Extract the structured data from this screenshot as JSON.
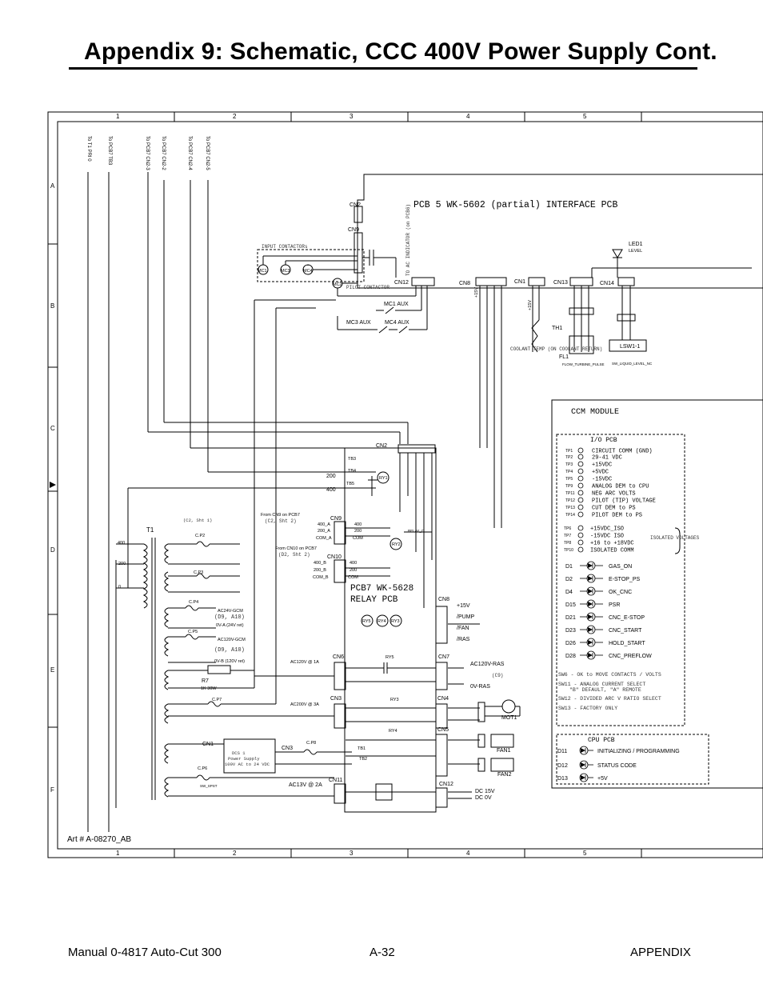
{
  "page": {
    "title": "Appendix 9:  Schematic, CCC 400V Power  Supply Cont.",
    "art_number": "Art # A-08270_AB",
    "footer_left": "Manual  0-4817 Auto-Cut 300",
    "footer_center": "A-32",
    "footer_right": "APPENDIX"
  },
  "frame": {
    "col_labels": [
      "1",
      "2",
      "3",
      "4",
      "5"
    ],
    "row_labels": [
      "A",
      "B",
      "C",
      "D",
      "E",
      "F"
    ]
  },
  "left_refs": [
    "To T1 PRI 0",
    "To PCB7 TB3",
    "To PCB7 CN2-3",
    "To PCB7 CN2-2",
    "To PCB7 CN2-4",
    "To PCB7 CN2-5"
  ],
  "pcb5": {
    "title": "PCB 5 WK-5602 (partial)  INTERFACE PCB",
    "connectors": [
      "CN2",
      "CN9",
      "CN12",
      "CN8",
      "CN1",
      "CN13",
      "CN14"
    ],
    "input_contactors": "INPUT CONTACTORs",
    "pilot_contactor": "PILOT CONTACTOR",
    "to_ac_indicator": "TO AC INDICATOR (on PCB6)",
    "contactors": [
      "MC1",
      "MC3",
      "MC4",
      "MC2"
    ],
    "aux": [
      "MC1 AUX",
      "MC3 AUX",
      "MC4 AUX"
    ],
    "led": "LED1",
    "led_sub": "LEVEL",
    "plus15": "+15V",
    "th1": "TH1",
    "coolant_temp": "COOLANT TEMP (ON COOLANT RETURN)",
    "fl1": "FL1",
    "flow_sensor": "FLOW_TURBINE_PULSE",
    "lsw": "LSW1-1",
    "lsw_sub": "SW_LIQUID_LEVEL_NC"
  },
  "pcb7": {
    "title_line1": "PCB7 WK-5628",
    "title_line2": "RELAY PCB",
    "connectors": [
      "CN2",
      "CN9",
      "CN10",
      "CN8",
      "CN6",
      "CN7",
      "CN3",
      "CN4",
      "CN5",
      "CN11",
      "CN12"
    ],
    "tb": [
      "TB3",
      "TB4",
      "TB5"
    ],
    "relays": [
      "RY1",
      "RY2",
      "RY5",
      "RY4",
      "RY3"
    ],
    "v200": "200",
    "v400": "400",
    "from_cn9": "From CN9 on PCB7",
    "from_cn9_sub": "(C2, Sht 2)",
    "from_cn10": "From CN10 on PCB7",
    "from_cn10_sub": "(D2, Sht 2)",
    "cn9_pins": [
      "400_A",
      "200_A",
      "COM_A"
    ],
    "cn9_vals": [
      "400",
      "200",
      "COM"
    ],
    "cn10_pins": [
      "400_B",
      "200_B",
      "COM_B"
    ],
    "cn10_vals": [
      "400",
      "200",
      "COM"
    ],
    "cn8_labels": [
      "+15V",
      "/PUMP",
      "/FAN",
      "/RAS"
    ],
    "ac120v_1a": "AC120V @ 1A",
    "ac200v_3a": "AC200V @ 3A",
    "ac13v_2a": "AC13V @ 2A",
    "ac120v_ras": "AC120V-RAS",
    "ov_ras": "0V-RAS",
    "c9": "(C9)",
    "dc15": "DC 15V",
    "dc0": "DC 0V",
    "mot1": "MOT1",
    "fan1": "FAN1",
    "fan2": "FAN2",
    "relay_c": "RELAY_C",
    "ry5b": "RY5",
    "ry3b": "RY3",
    "ry4b": "RY4",
    "tb1": "TB1",
    "tb2": "TB2"
  },
  "transformer": {
    "t1": "T1",
    "c2sht1": "(C2, Sht 1)",
    "cp": [
      "C.P2",
      "C.P3",
      "C.P4",
      "C.P5",
      "C.P7",
      "C.P8",
      "C.P6"
    ],
    "ac24v_gcm": "AC24V-GCM",
    "ov_a": "0V-A (24V ret)",
    "ac120v_gcm": "AC120V-GCM",
    "ov_b": "0V-B (120V ret)",
    "d9a10": "(D9, A10)",
    "r7": "R7",
    "r7_val": "1K 30W",
    "cn1": "CN1",
    "cn3": "CN3",
    "dcs_line1": "DCS 1",
    "dcs_line2": "Power Supply",
    "dcs_line3": "100V AC to 24 VDC",
    "sw_spst": "SW_SPST",
    "tap400": "400",
    "tap200": "200",
    "tap0": "0"
  },
  "ccm": {
    "title": "CCM MODULE",
    "io_title": "I/O PCB",
    "tps": [
      [
        "TP1",
        "CIRCUIT COMM (GND)"
      ],
      [
        "TP2",
        "29-41 VDC"
      ],
      [
        "TP3",
        "+15VDC"
      ],
      [
        "TP4",
        "+5VDC"
      ],
      [
        "TP5",
        "-15VDC"
      ],
      [
        "TP9",
        "ANALOG DEM to CPU"
      ],
      [
        "TP11",
        "NEG ARC VOLTS"
      ],
      [
        "TP12",
        "PILOT (TIP) VOLTAGE"
      ],
      [
        "TP13",
        "CUT DEM to PS"
      ],
      [
        "TP14",
        "PILOT DEM to PS"
      ]
    ],
    "iso_tps": [
      [
        "TP6",
        "+15VDC_ISO"
      ],
      [
        "TP7",
        "-15VDC ISO"
      ],
      [
        "TP8",
        "+16 to +18VDC"
      ],
      [
        "TP10",
        "ISOLATED COMM"
      ]
    ],
    "isolated": "ISOLATED VOLTAGES",
    "leds": [
      [
        "D1",
        "GAS_ON"
      ],
      [
        "D2",
        "E-STOP_PS"
      ],
      [
        "D4",
        "OK_CNC"
      ],
      [
        "D15",
        "PSR"
      ],
      [
        "D21",
        "CNC_E-STOP"
      ],
      [
        "D23",
        "CNC_START"
      ],
      [
        "D26",
        "HOLD_START"
      ],
      [
        "D28",
        "CNC_PREFLOW"
      ]
    ],
    "switches": [
      "SW6 - OK to MOVE CONTACTS / VOLTS",
      "SW11 - ANALOG CURRENT SELECT",
      "\"B\" DEFAULT, \"A\" REMOTE",
      "SW12 - DIVIDED ARC V RATIO SELECT",
      "SW13 - FACTORY ONLY"
    ],
    "cpu_title": "CPU PCB",
    "cpu_leds": [
      [
        "D11",
        "INITIALIZING / PROGRAMMING"
      ],
      [
        "D12",
        "STATUS CODE"
      ],
      [
        "D13",
        "+5V"
      ]
    ]
  }
}
